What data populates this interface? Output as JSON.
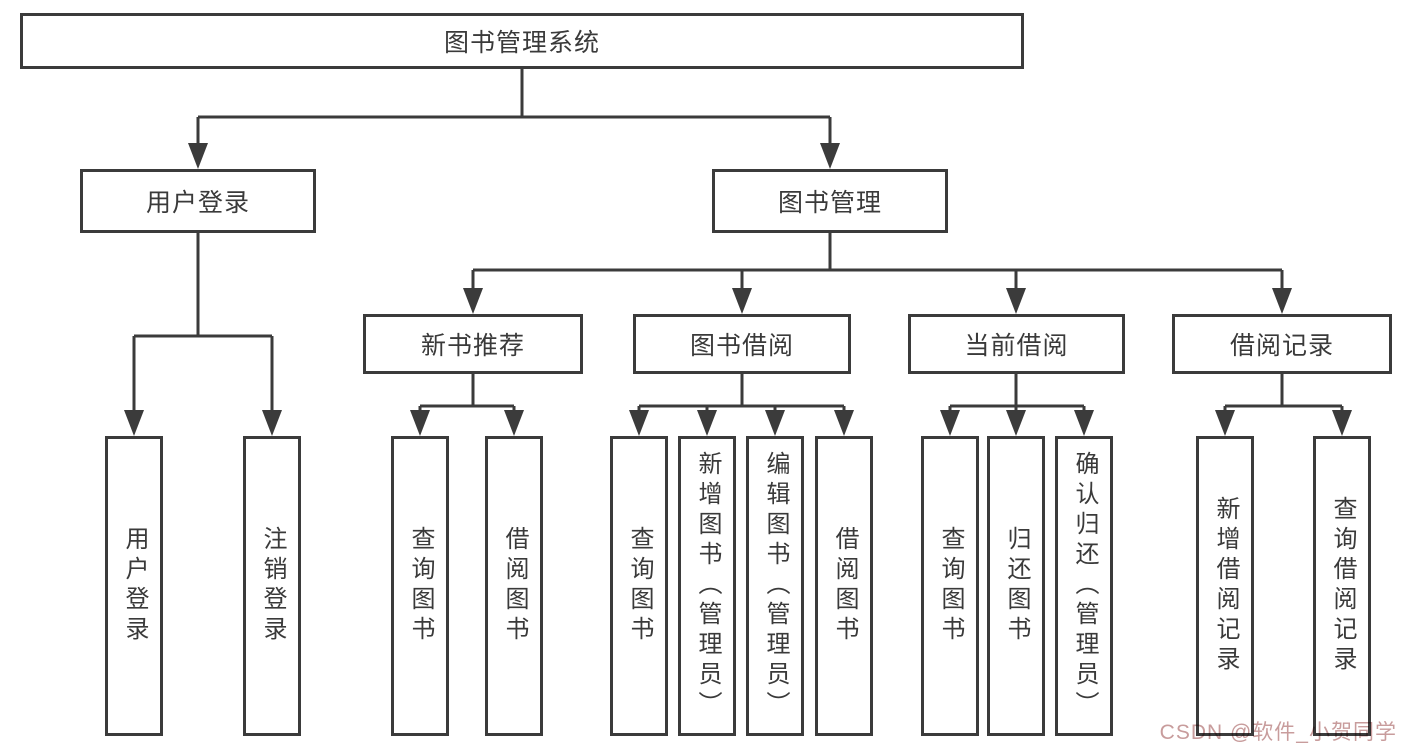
{
  "tree": {
    "root": {
      "label": "图书管理系统"
    },
    "branches": [
      {
        "label": "用户登录",
        "children": [
          {
            "label": "用户登录"
          },
          {
            "label": "注销登录"
          }
        ]
      },
      {
        "label": "图书管理",
        "children": [
          {
            "label": "新书推荐",
            "children": [
              {
                "label": "查询图书"
              },
              {
                "label": "借阅图书"
              }
            ]
          },
          {
            "label": "图书借阅",
            "children": [
              {
                "label": "查询图书"
              },
              {
                "label": "新增图书（管理员）"
              },
              {
                "label": "编辑图书（管理员）"
              },
              {
                "label": "借阅图书"
              }
            ]
          },
          {
            "label": "当前借阅",
            "children": [
              {
                "label": "查询图书"
              },
              {
                "label": "归还图书"
              },
              {
                "label": "确认归还（管理员）"
              }
            ]
          },
          {
            "label": "借阅记录",
            "children": [
              {
                "label": "新增借阅记录"
              },
              {
                "label": "查询借阅记录"
              }
            ]
          }
        ]
      }
    ]
  },
  "watermark": "CSDN @软件_小贺同学",
  "colors": {
    "line": "#3b3b3b",
    "text": "#3a3a3a",
    "watermark": "#c89c9c",
    "background": "#ffffff"
  }
}
